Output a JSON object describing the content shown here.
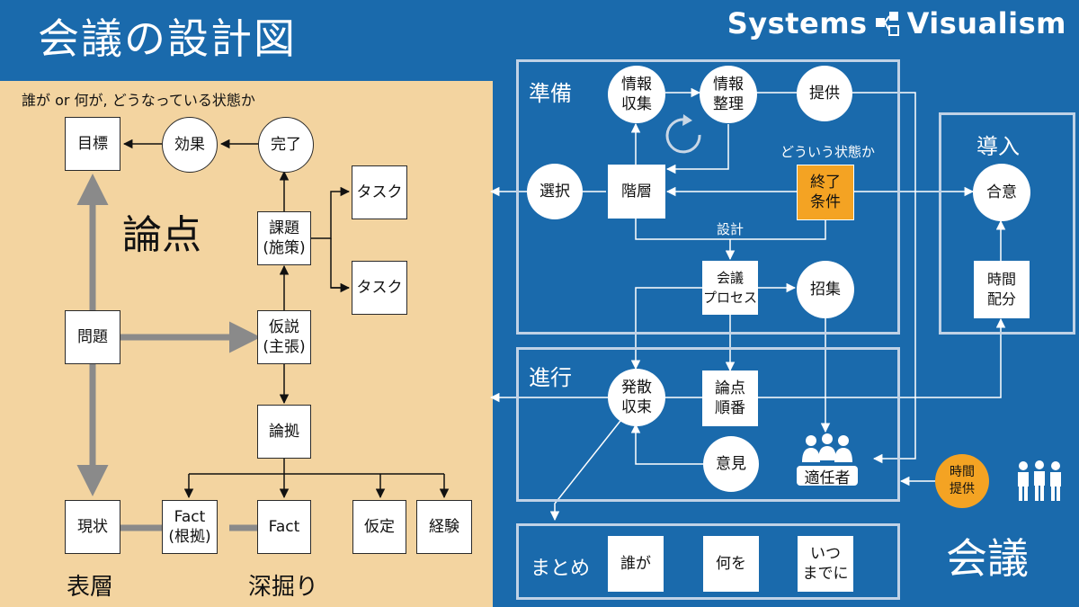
{
  "header": {
    "title": "会議の設計図",
    "brand_left": "Systems",
    "brand_right": "Visualism"
  },
  "left": {
    "note": "誰が or 何が, どうなっている状態か",
    "goal": "目標",
    "effect": "効果",
    "done": "完了",
    "issue_1": "課題",
    "issue_2": "(施策)",
    "task_1": "タスク",
    "task_2": "タスク",
    "ronten": "論点",
    "problem": "問題",
    "hypo_1": "仮説",
    "hypo_2": "(主張)",
    "basis": "論拠",
    "current": "現状",
    "fact_1a": "Fact",
    "fact_1b": "(根拠)",
    "fact_2": "Fact",
    "assume": "仮定",
    "experience": "経験",
    "surface": "表層",
    "deep": "深掘り"
  },
  "prep": {
    "label": "準備",
    "info_collect_1": "情報",
    "info_collect_2": "収集",
    "info_org_1": "情報",
    "info_org_2": "整理",
    "provide": "提供",
    "select": "選択",
    "hierarchy": "階層",
    "state_note": "どういう状態か",
    "end_cond_1": "終了",
    "end_cond_2": "条件",
    "design": "設計",
    "process_1": "会議",
    "process_2": "プロセス",
    "recruit": "招集"
  },
  "intro": {
    "label": "導入",
    "agree": "合意",
    "time_alloc_1": "時間",
    "time_alloc_2": "配分"
  },
  "progress": {
    "label": "進行",
    "diverge_1": "発散",
    "diverge_2": "収束",
    "ronten_order_1": "論点",
    "ronten_order_2": "順番",
    "opinion": "意見",
    "fit_person": "適任者",
    "time_provide_1": "時間",
    "time_provide_2": "提供"
  },
  "summary": {
    "label": "まとめ",
    "who": "誰が",
    "what": "何を",
    "when_1": "いつ",
    "when_2": "までに"
  },
  "meeting_label": "会議",
  "colors": {
    "background": "#1a6aac",
    "left_panel": "#f3d4a0",
    "frame": "#c0d2e6",
    "accent": "#f4a323",
    "gray_arrow": "#8a8a8a"
  }
}
